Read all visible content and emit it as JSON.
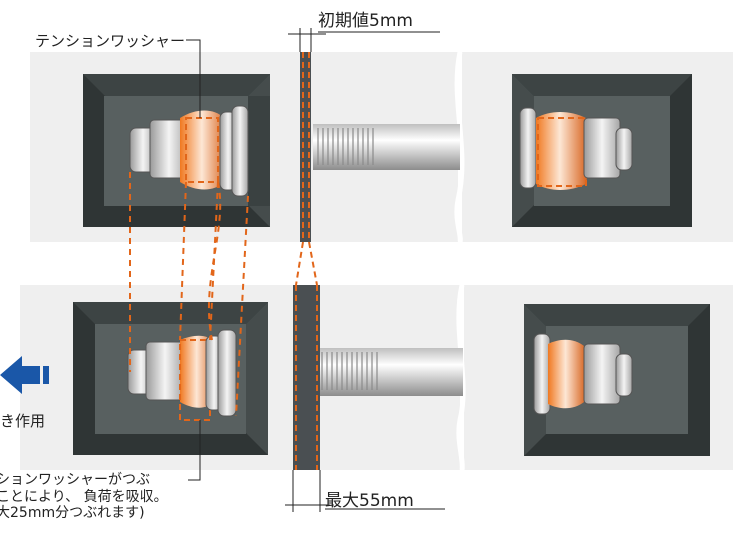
{
  "labels": {
    "initial_gap": "初期値5mm",
    "max_gap": "最大55mm",
    "washer_name": "テンションワッシャー",
    "action": "き作用",
    "absorb_line1": "ションワッシャーがつぶ",
    "absorb_line2": "ことにより、 負荷を吸収。",
    "absorb_line3": "大25mm分つぶれます)"
  },
  "colors": {
    "panel_bg": "#efefef",
    "box_frame": "#2f3535",
    "box_inner": "#586060",
    "washer_orange": "#e2661a",
    "arrow_blue": "#1a57a8",
    "plate_dark": "#4a4f52"
  },
  "icons": [
    "bolt-head-icon",
    "arrow-left-icon"
  ]
}
